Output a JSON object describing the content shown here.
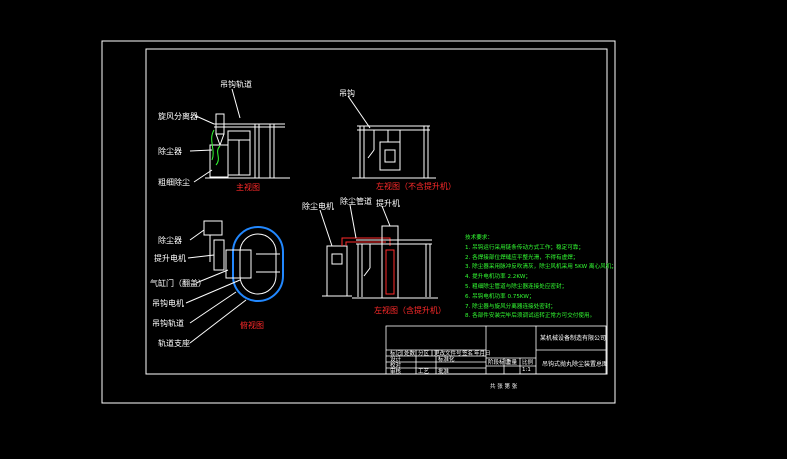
{
  "drawing": {
    "front_view": {
      "title": "主视图",
      "labels": {
        "top": "吊钩轨道",
        "cyclone": "旋风分离器",
        "collector": "除尘器",
        "base": "粗细除尘"
      }
    },
    "left_view": {
      "title": "左视图（不含提升机）",
      "labels": {
        "hook": "吊钩"
      }
    },
    "top_view": {
      "title": "俯视图",
      "labels": {
        "dust_collector": "除尘器",
        "lift_motor": "提升电机",
        "pneumatic_door": "气缸门（翻盖）",
        "hook_motor": "吊钩电机",
        "hook_rail": "吊钩轨道",
        "rail_support": "轨道支座"
      }
    },
    "left_view_2": {
      "title": "左视图（含提升机）",
      "labels": {
        "dust_motor": "除尘电机",
        "dust_pipe": "除尘管道",
        "lifter": "提升机"
      }
    },
    "notes": {
      "title": "技术要求：",
      "items": [
        "1. 吊钩运行采用链条传动方式工作；稳定可靠；",
        "2. 各焊接部位焊缝应平整光滑，不得有虚焊；",
        "3. 除尘器采用脉冲反吹清灰，除尘风机采用 5KW 离心风机；",
        "4. 提升电机功率 2.2KW；",
        "5. 粗细除尘管道与除尘器连接处应密封；",
        "6. 吊钩电机功率 0.75KW；",
        "7. 除尘器与旋风分离器连接处密封；",
        "8. 各部件安装完毕后须调试运转正常方可交付使用。"
      ]
    },
    "title_block": {
      "company": "某机械设备制造有限公司",
      "drawing_name": "吊钩式抛丸除尘装置总图",
      "headers": [
        "标记",
        "处数",
        "分区",
        "更改文件号",
        "签名",
        "年月日"
      ],
      "rows": [
        "设计",
        "校对",
        "审核",
        "工艺"
      ],
      "row_values": [
        "标准化",
        "",
        "批准",
        ""
      ],
      "stage_headers": [
        "阶段标记",
        "重量",
        "比例"
      ],
      "scale": "1:1",
      "sheet": "共 张 第 张"
    }
  }
}
